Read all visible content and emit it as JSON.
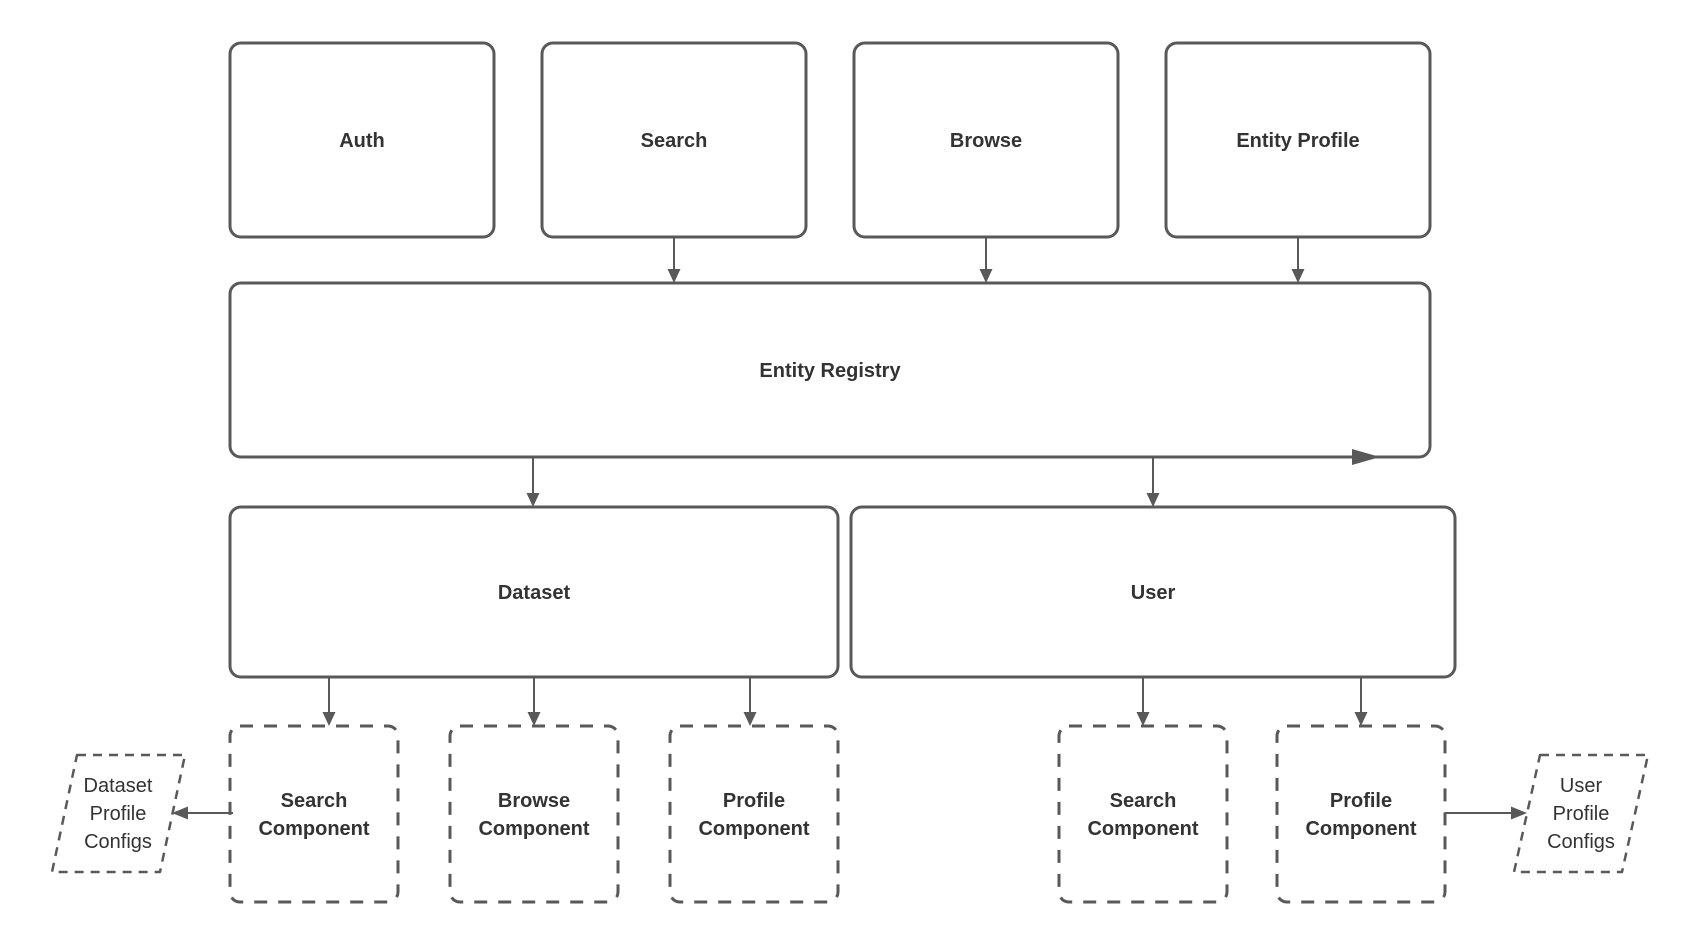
{
  "diagram": {
    "colors": {
      "background": "#ffffff",
      "stroke": "#595959",
      "text": "#333333"
    },
    "nodes": {
      "auth": {
        "label": "Auth"
      },
      "search": {
        "label": "Search"
      },
      "browse": {
        "label": "Browse"
      },
      "entity_profile": {
        "label": "Entity Profile"
      },
      "entity_registry": {
        "label": "Entity Registry"
      },
      "dataset": {
        "label": "Dataset"
      },
      "user": {
        "label": "User"
      },
      "dataset_search_component": {
        "line1": "Search",
        "line2": "Component"
      },
      "dataset_browse_component": {
        "line1": "Browse",
        "line2": "Component"
      },
      "dataset_profile_component": {
        "line1": "Profile",
        "line2": "Component"
      },
      "user_search_component": {
        "line1": "Search",
        "line2": "Component"
      },
      "user_profile_component": {
        "line1": "Profile",
        "line2": "Component"
      },
      "dataset_profile_configs": {
        "line1": "Dataset",
        "line2": "Profile",
        "line3": "Configs"
      },
      "user_profile_configs": {
        "line1": "User",
        "line2": "Profile",
        "line3": "Configs"
      }
    }
  }
}
